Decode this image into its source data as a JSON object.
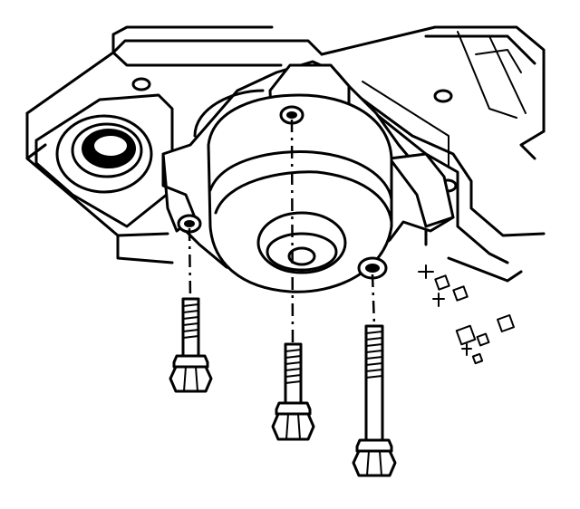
{
  "figure": {
    "kind": "exploded-assembly-line-drawing",
    "parts": [
      "transmission-case",
      "motor-actuator",
      "mounting-bolt",
      "mounting-bolt",
      "mounting-bolt"
    ],
    "fastener_count": 3,
    "line_color": "#000000",
    "background_color": "#ffffff"
  }
}
